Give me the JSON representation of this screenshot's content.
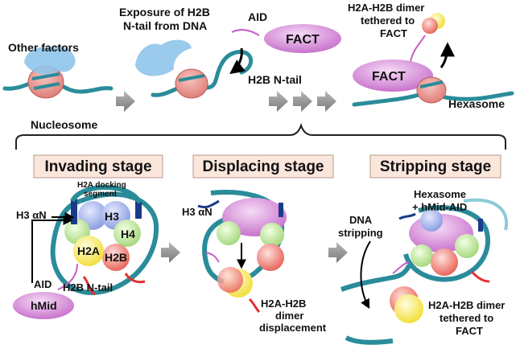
{
  "top": {
    "other_factors": "Other factors",
    "nucleosome": "Nucleosome",
    "exposure_line1": "Exposure of H2B",
    "exposure_line2": "N-tail from DNA",
    "aid": "AID",
    "fact_1": "FACT",
    "h2b_ntail": "H2B N-tail",
    "h2a_h2b_line1": "H2A-H2B dimer",
    "h2a_h2b_line2": "tethered to",
    "h2a_h2b_line3": "FACT",
    "fact_2": "FACT",
    "hexasome": "Hexasome"
  },
  "stages": {
    "invading": "Invading stage",
    "displacing": "Displacing stage",
    "stripping": "Stripping stage"
  },
  "panel1": {
    "h3_alpha_n": "H3 αN",
    "docking_line1": "H2A docking",
    "docking_line2": "segment",
    "h3": "H3",
    "h4": "H4",
    "h2a": "H2A",
    "h2b": "H2B",
    "aid": "AID",
    "h2b_ntail": "H2B N-tail",
    "hmid": "hMid"
  },
  "panel2": {
    "h3_alpha_n": "H3 αN",
    "disp_line1": "H2A-H2B",
    "disp_line2": "dimer",
    "disp_line3": "displacement"
  },
  "panel3": {
    "hex_line1": "Hexasome",
    "hex_line2": "+ hMid-AID",
    "dna_line1": "DNA",
    "dna_line2": "stripping",
    "tether_line1": "H2A-H2B dimer",
    "tether_line2": "tethered to",
    "tether_line3": "FACT"
  },
  "colors": {
    "dna": "#2a8c9a",
    "histone_pink": "#e88a8a",
    "fact_purple": "#d58ed8",
    "arrow_gray": "#8e8e8e",
    "stage_fill": "#fbe6dc",
    "h3_blue": "#a9b6e8",
    "h4_green": "#c8e8a0",
    "h2a_yellow": "#fff27a",
    "h2b_red": "#f08a82"
  }
}
